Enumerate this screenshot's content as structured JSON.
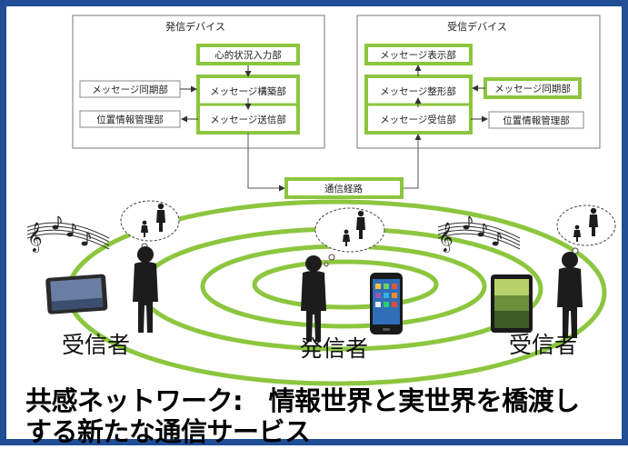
{
  "sender_panel": {
    "title": "発信デバイス",
    "mental_input": "心的状況入力部",
    "sync": "メッセージ同期部",
    "compose": "メッセージ構築部",
    "location": "位置情報管理部",
    "send": "メッセージ送信部"
  },
  "receiver_panel": {
    "title": "受信デバイス",
    "display": "メッセージ表示部",
    "shape": "メッセージ整形部",
    "sync": "メッセージ同期部",
    "receive": "メッセージ受信部",
    "location": "位置情報管理部"
  },
  "network_path": "通信経路",
  "people": {
    "receiver_left": "受信者",
    "sender": "発信者",
    "receiver_right": "受信者"
  },
  "caption": {
    "line1": "共感ネットワーク:　情報世界と実世界を橋渡し",
    "line2": "する新たな通信サービス"
  },
  "colors": {
    "frame": "#1f4e96",
    "highlight": "#8cc63f",
    "ring": "#8cc63f"
  }
}
